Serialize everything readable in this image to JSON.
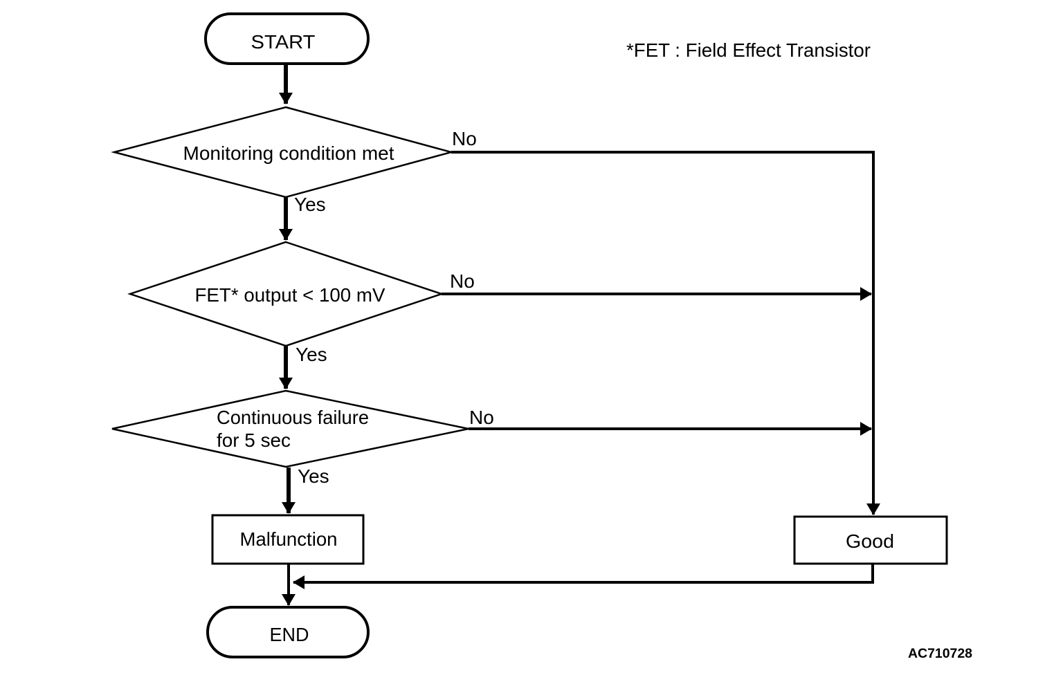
{
  "note": "*FET : Field Effect Transistor",
  "figure_code": "AC710728",
  "colors": {
    "stroke": "#000000",
    "background": "#ffffff"
  },
  "flowchart": {
    "nodes": {
      "start": {
        "type": "terminator",
        "label": "START"
      },
      "decision1": {
        "type": "decision",
        "label": "Monitoring condition met"
      },
      "decision2": {
        "type": "decision",
        "label": "FET* output < 100 mV"
      },
      "decision3": {
        "type": "decision",
        "lines": [
          "Continuous failure",
          "for 5 sec"
        ]
      },
      "malfunction": {
        "type": "process",
        "label": "Malfunction"
      },
      "good": {
        "type": "process",
        "label": "Good"
      },
      "end": {
        "type": "terminator",
        "label": "END"
      }
    },
    "edges": {
      "decision1_no": "No",
      "decision1_yes": "Yes",
      "decision2_no": "No",
      "decision2_yes": "Yes",
      "decision3_no": "No",
      "decision3_yes": "Yes"
    }
  }
}
